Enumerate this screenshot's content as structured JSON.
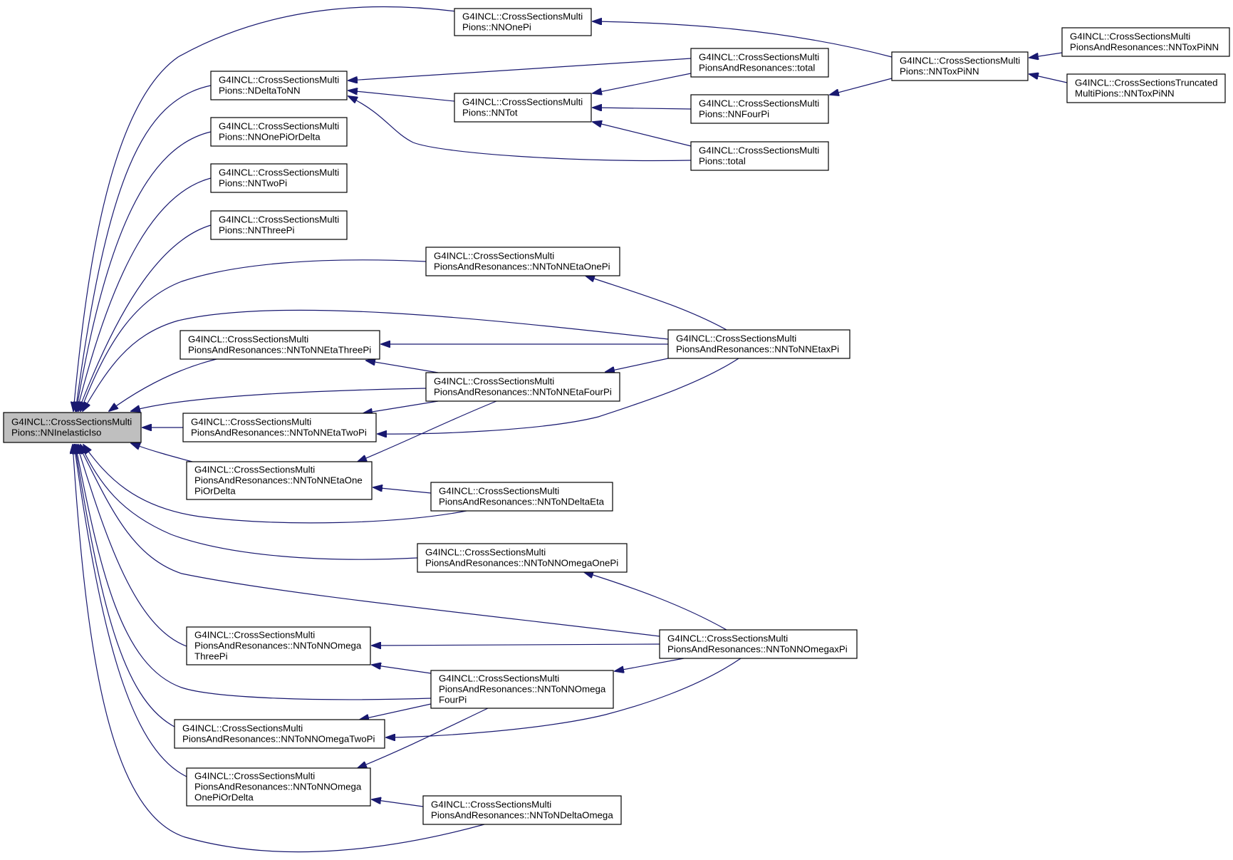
{
  "graph": {
    "title": "",
    "arrow_color": "#191970",
    "root_fill": "#bfbfbf",
    "nodes": [
      {
        "id": "root",
        "lines": [
          "G4INCL::CrossSectionsMulti",
          "Pions::NNInelasticIso"
        ],
        "root": true
      },
      {
        "id": "nnonepi",
        "lines": [
          "G4INCL::CrossSectionsMulti",
          "Pions::NNOnePi"
        ]
      },
      {
        "id": "ndeltatonn",
        "lines": [
          "G4INCL::CrossSectionsMulti",
          "Pions::NDeltaToNN"
        ]
      },
      {
        "id": "nnonepiordelta",
        "lines": [
          "G4INCL::CrossSectionsMulti",
          "Pions::NNOnePiOrDelta"
        ]
      },
      {
        "id": "nntwopi",
        "lines": [
          "G4INCL::CrossSectionsMulti",
          "Pions::NNTwoPi"
        ]
      },
      {
        "id": "nnthreepi",
        "lines": [
          "G4INCL::CrossSectionsMulti",
          "Pions::NNThreePi"
        ]
      },
      {
        "id": "nntot",
        "lines": [
          "G4INCL::CrossSectionsMulti",
          "Pions::NNTot"
        ]
      },
      {
        "id": "mpr_total",
        "lines": [
          "G4INCL::CrossSectionsMulti",
          "PionsAndResonances::total"
        ]
      },
      {
        "id": "nnfourpi",
        "lines": [
          "G4INCL::CrossSectionsMulti",
          "Pions::NNFourPi"
        ]
      },
      {
        "id": "mp_total",
        "lines": [
          "G4INCL::CrossSectionsMulti",
          "Pions::total"
        ]
      },
      {
        "id": "nntoxpinn",
        "lines": [
          "G4INCL::CrossSectionsMulti",
          "Pions::NNToxPiNN"
        ]
      },
      {
        "id": "mpr_nntoxpinn",
        "lines": [
          "G4INCL::CrossSectionsMulti",
          "PionsAndResonances::NNToxPiNN"
        ]
      },
      {
        "id": "trunc_nntoxpinn",
        "lines": [
          "G4INCL::CrossSectionsTruncated",
          "MultiPions::NNToxPiNN"
        ]
      },
      {
        "id": "eta_onepi",
        "lines": [
          "G4INCL::CrossSectionsMulti",
          "PionsAndResonances::NNToNNEtaOnePi"
        ]
      },
      {
        "id": "eta_threepi",
        "lines": [
          "G4INCL::CrossSectionsMulti",
          "PionsAndResonances::NNToNNEtaThreePi"
        ]
      },
      {
        "id": "eta_xpi",
        "lines": [
          "G4INCL::CrossSectionsMulti",
          "PionsAndResonances::NNToNNEtaxPi"
        ]
      },
      {
        "id": "eta_fourpi",
        "lines": [
          "G4INCL::CrossSectionsMulti",
          "PionsAndResonances::NNToNNEtaFourPi"
        ]
      },
      {
        "id": "eta_twopi",
        "lines": [
          "G4INCL::CrossSectionsMulti",
          "PionsAndResonances::NNToNNEtaTwoPi"
        ]
      },
      {
        "id": "eta_onepiordelta",
        "lines": [
          "G4INCL::CrossSectionsMulti",
          "PionsAndResonances::NNToNNEtaOne",
          "PiOrDelta"
        ]
      },
      {
        "id": "ndelta_eta",
        "lines": [
          "G4INCL::CrossSectionsMulti",
          "PionsAndResonances::NNToNDeltaEta"
        ]
      },
      {
        "id": "omega_onepi",
        "lines": [
          "G4INCL::CrossSectionsMulti",
          "PionsAndResonances::NNToNNOmegaOnePi"
        ]
      },
      {
        "id": "omega_threepi",
        "lines": [
          "G4INCL::CrossSectionsMulti",
          "PionsAndResonances::NNToNNOmega",
          "ThreePi"
        ]
      },
      {
        "id": "omega_xpi",
        "lines": [
          "G4INCL::CrossSectionsMulti",
          "PionsAndResonances::NNToNNOmegaxPi"
        ]
      },
      {
        "id": "omega_fourpi",
        "lines": [
          "G4INCL::CrossSectionsMulti",
          "PionsAndResonances::NNToNNOmega",
          "FourPi"
        ]
      },
      {
        "id": "omega_twopi",
        "lines": [
          "G4INCL::CrossSectionsMulti",
          "PionsAndResonances::NNToNNOmegaTwoPi"
        ]
      },
      {
        "id": "omega_onepiordelta",
        "lines": [
          "G4INCL::CrossSectionsMulti",
          "PionsAndResonances::NNToNNOmega",
          "OnePiOrDelta"
        ]
      },
      {
        "id": "ndelta_omega",
        "lines": [
          "G4INCL::CrossSectionsMulti",
          "PionsAndResonances::NNToNDeltaOmega"
        ]
      }
    ],
    "edges": [
      {
        "from": "nnonepi",
        "to": "root"
      },
      {
        "from": "ndeltatonn",
        "to": "root"
      },
      {
        "from": "nnonepiordelta",
        "to": "root"
      },
      {
        "from": "nntwopi",
        "to": "root"
      },
      {
        "from": "nnthreepi",
        "to": "root"
      },
      {
        "from": "eta_onepi",
        "to": "root"
      },
      {
        "from": "eta_xpi",
        "to": "root"
      },
      {
        "from": "eta_threepi",
        "to": "root"
      },
      {
        "from": "eta_fourpi",
        "to": "root"
      },
      {
        "from": "eta_twopi",
        "to": "root"
      },
      {
        "from": "eta_onepiordelta",
        "to": "root"
      },
      {
        "from": "ndelta_eta",
        "to": "root"
      },
      {
        "from": "omega_onepi",
        "to": "root"
      },
      {
        "from": "omega_xpi",
        "to": "root"
      },
      {
        "from": "omega_threepi",
        "to": "root"
      },
      {
        "from": "omega_fourpi",
        "to": "root"
      },
      {
        "from": "omega_twopi",
        "to": "root"
      },
      {
        "from": "omega_onepiordelta",
        "to": "root"
      },
      {
        "from": "ndelta_omega",
        "to": "root"
      },
      {
        "from": "nntoxpinn",
        "to": "nnonepi"
      },
      {
        "from": "mpr_total",
        "to": "ndeltatonn"
      },
      {
        "from": "nntot",
        "to": "ndeltatonn"
      },
      {
        "from": "mp_total",
        "to": "ndeltatonn"
      },
      {
        "from": "mpr_total",
        "to": "nntot"
      },
      {
        "from": "nnfourpi",
        "to": "nntot"
      },
      {
        "from": "mp_total",
        "to": "nntot"
      },
      {
        "from": "nntoxpinn",
        "to": "nnfourpi"
      },
      {
        "from": "mpr_nntoxpinn",
        "to": "nntoxpinn"
      },
      {
        "from": "trunc_nntoxpinn",
        "to": "nntoxpinn"
      },
      {
        "from": "eta_xpi",
        "to": "eta_onepi"
      },
      {
        "from": "eta_xpi",
        "to": "eta_threepi"
      },
      {
        "from": "eta_fourpi",
        "to": "eta_threepi"
      },
      {
        "from": "eta_xpi",
        "to": "eta_fourpi"
      },
      {
        "from": "eta_fourpi",
        "to": "eta_twopi"
      },
      {
        "from": "eta_xpi",
        "to": "eta_twopi"
      },
      {
        "from": "eta_fourpi",
        "to": "eta_onepiordelta"
      },
      {
        "from": "ndelta_eta",
        "to": "eta_onepiordelta"
      },
      {
        "from": "omega_xpi",
        "to": "omega_onepi"
      },
      {
        "from": "omega_xpi",
        "to": "omega_threepi"
      },
      {
        "from": "omega_fourpi",
        "to": "omega_threepi"
      },
      {
        "from": "omega_xpi",
        "to": "omega_fourpi"
      },
      {
        "from": "omega_fourpi",
        "to": "omega_twopi"
      },
      {
        "from": "omega_xpi",
        "to": "omega_twopi"
      },
      {
        "from": "omega_fourpi",
        "to": "omega_onepiordelta"
      },
      {
        "from": "ndelta_omega",
        "to": "omega_onepiordelta"
      }
    ]
  }
}
